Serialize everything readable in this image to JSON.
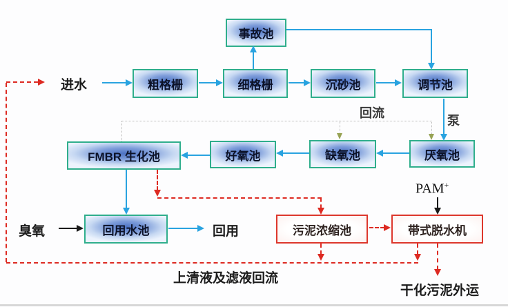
{
  "nodes": {
    "accident_pool": "事故池",
    "coarse_screen": "粗格栅",
    "fine_screen": "细格栅",
    "grit_chamber": "沉砂池",
    "regulating_pool": "调节池",
    "anaerobic_pool": "厌氧池",
    "anoxic_pool": "缺氧池",
    "aerobic_pool": "好氧池",
    "fmbr_pool": "FMBR 生化池",
    "reuse_pool": "回用水池",
    "sludge_thickener": "污泥浓缩池",
    "belt_dehydrator": "带式脱水机"
  },
  "labels": {
    "influent": "进水",
    "reflux": "回流",
    "pump": "泵",
    "pam": "PAM",
    "pam_superscript": "+",
    "ozone": "臭氧",
    "reuse": "回用",
    "supernatant_return": "上清液及滤液回流",
    "dried_sludge_out": "干化污泥外运"
  },
  "colors": {
    "water_arrow": "#29a3e0",
    "pool_border": "#2fae8c",
    "sludge_red": "#dd2a22",
    "reflux_arrowhead": "#97a253",
    "reflux_line": "#b9b9b9",
    "dosing_black": "#1a1a1a"
  }
}
